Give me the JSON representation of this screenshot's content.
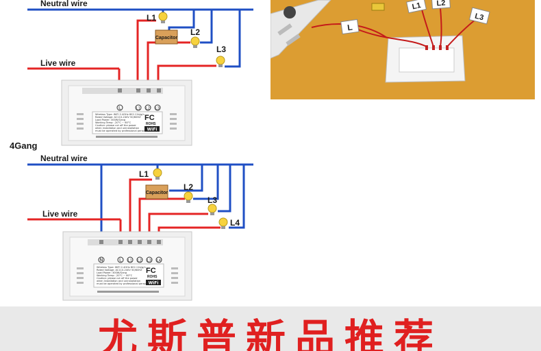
{
  "diagram_top": {
    "neutral_label": "Neutral wire",
    "live_label": "Live wire",
    "loads": [
      "L1",
      "L2",
      "L3"
    ],
    "capacitor_label": "Capacitor",
    "terminals": [
      "L",
      "L1",
      "L2",
      "L3"
    ]
  },
  "section_label": "4Gang",
  "diagram_bottom": {
    "neutral_label": "Neutral wire",
    "live_label": "Live wire",
    "loads": [
      "L1",
      "L2",
      "L3",
      "L4"
    ],
    "capacitor_label": "Capacitor",
    "terminals": [
      "N",
      "L",
      "L1",
      "L2",
      "L3",
      "L4"
    ]
  },
  "switch_spec": {
    "lines": [
      "Wireless Type: WIFI 2.4GHz 802.11b/g/n",
      "Rated Voltage: AC110-240V 50/60HZ",
      "Load Power: 300W/Gang",
      "Working Temp: -20°C ~ 60°C",
      "Caution: please cut off the power",
      "when installation and uninstallation",
      "must be operated by professional person"
    ],
    "fc_mark": "FC",
    "rohs_mark": "ROHS",
    "wifi_mark": "WiFi"
  },
  "photo": {
    "tags": [
      "L",
      "L1",
      "L2",
      "L3"
    ]
  },
  "banner": {
    "title": "尤斯普新品推荐"
  },
  "colors": {
    "neutral_wire": "#1f4fc4",
    "live_wire": "#e42424",
    "banner_text": "#e02020",
    "capacitor": "#d9a05a"
  }
}
